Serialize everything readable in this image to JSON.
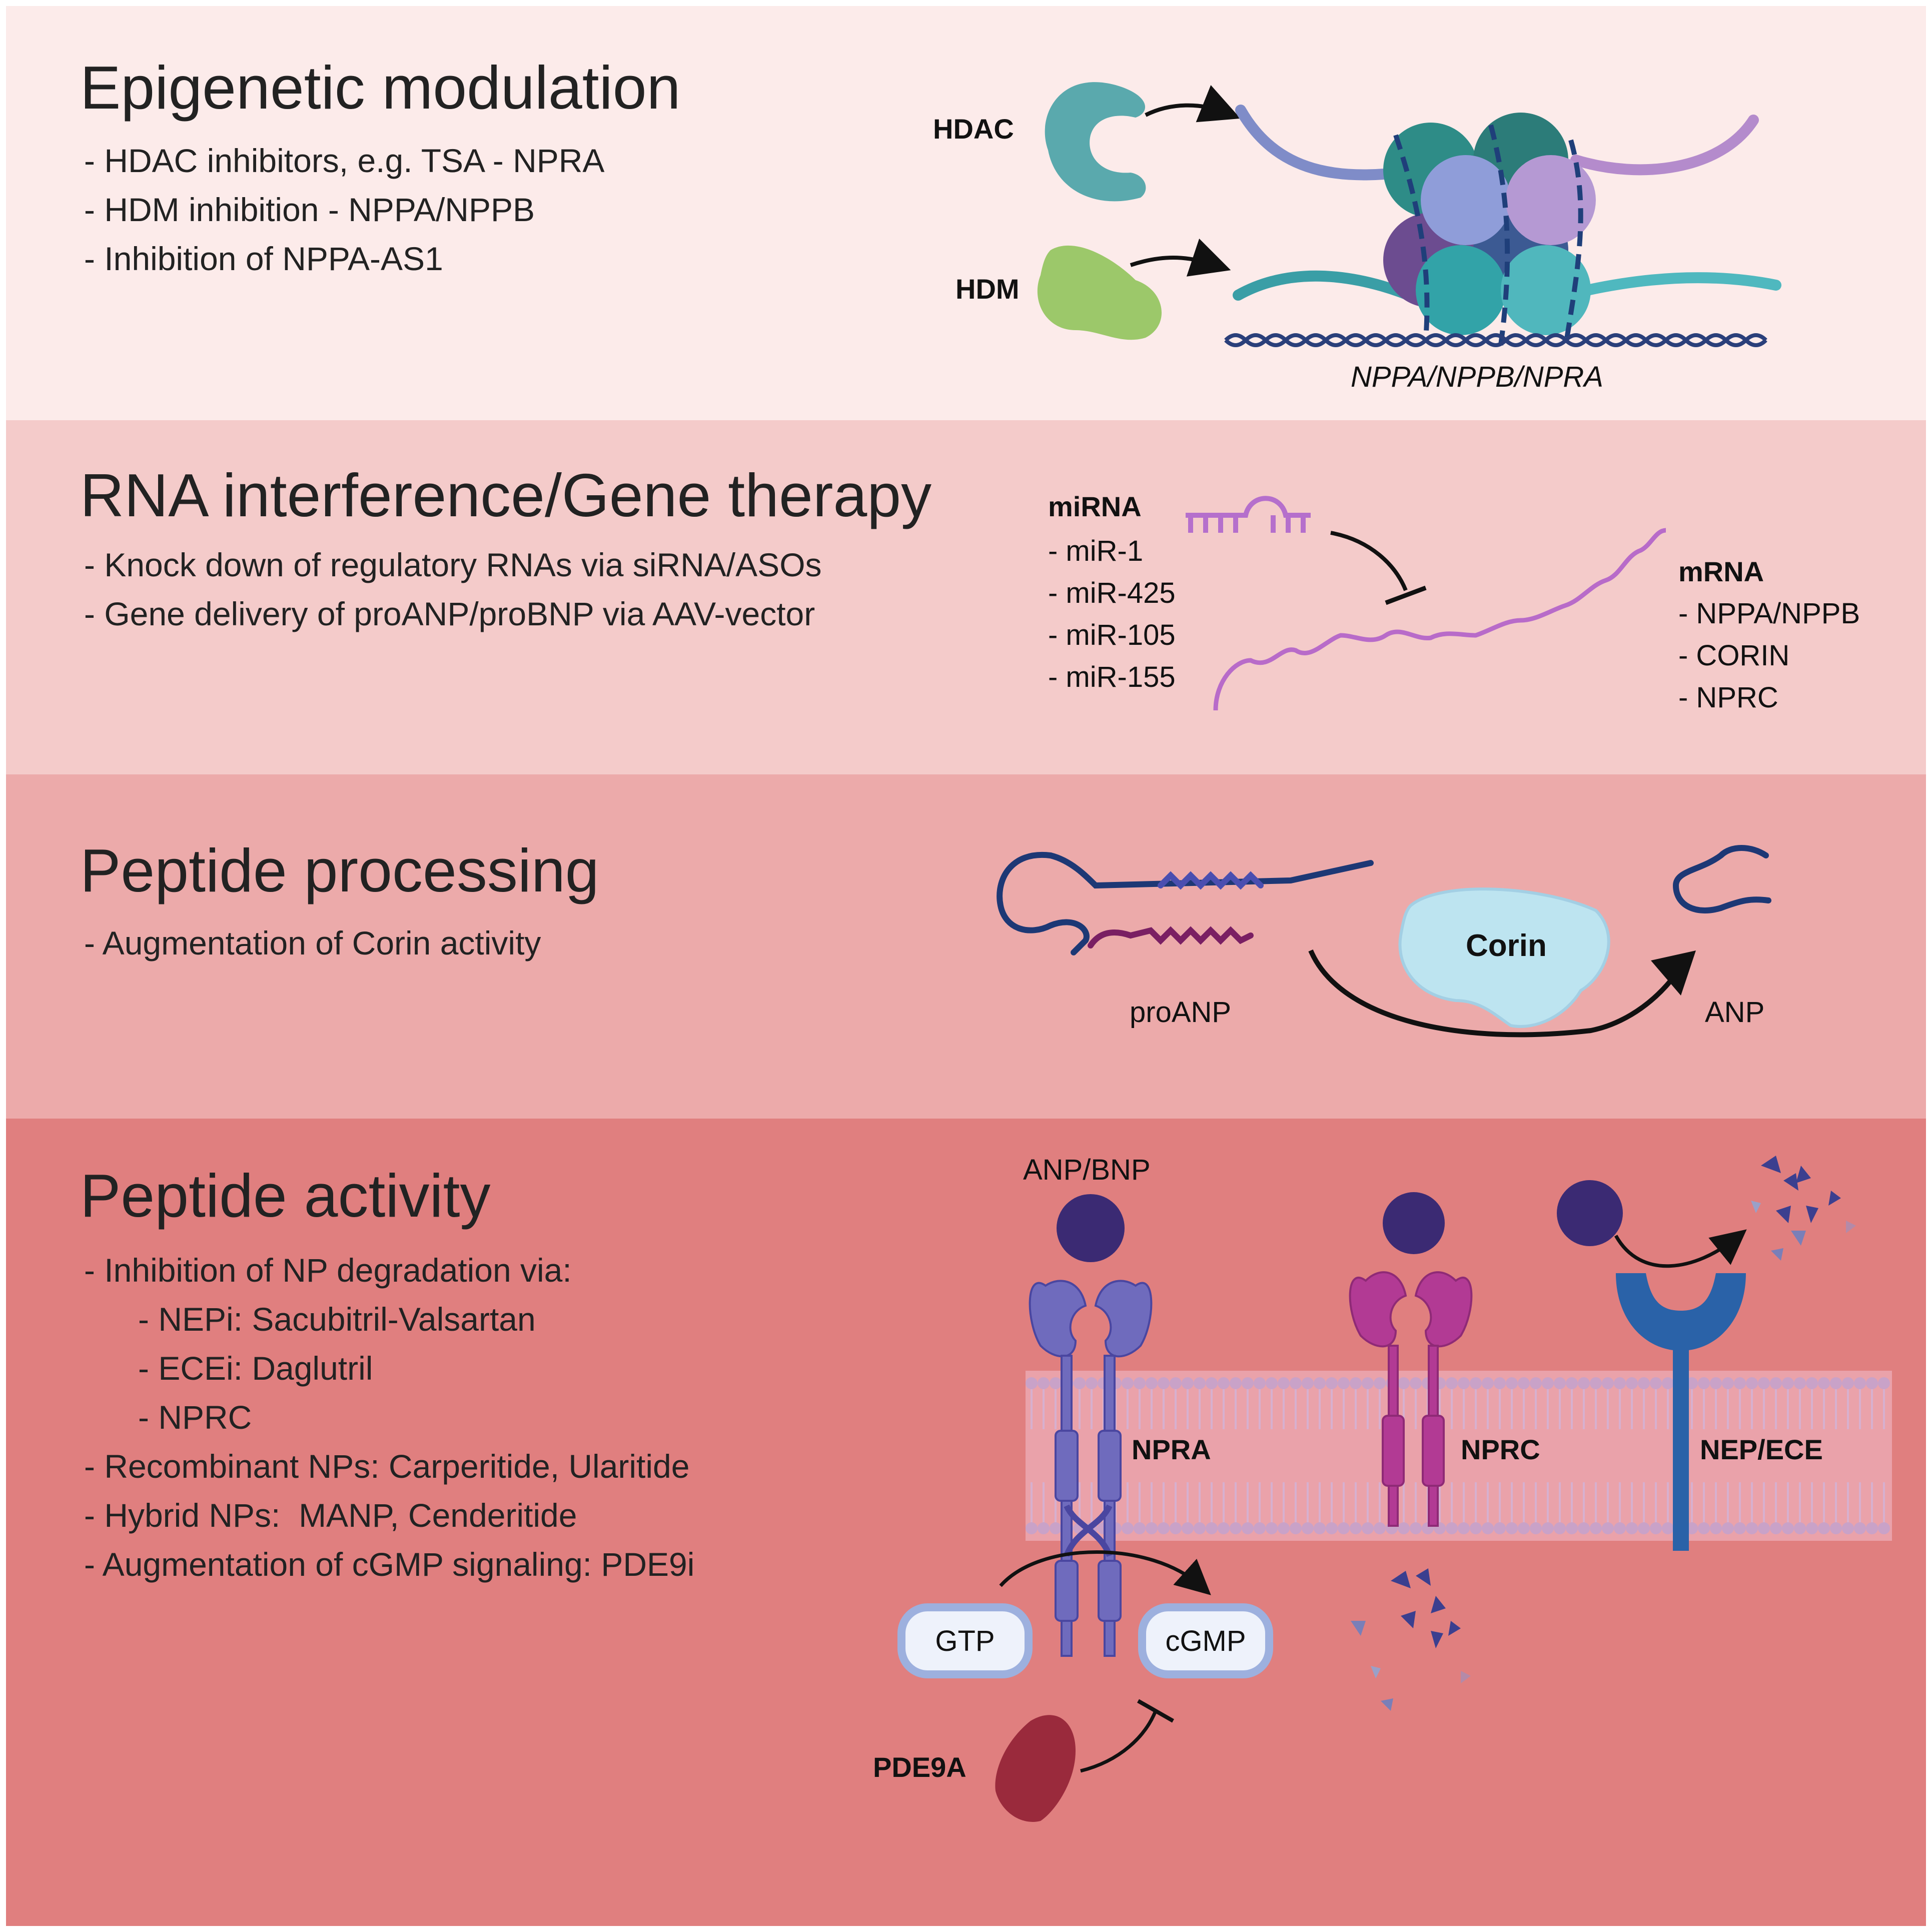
{
  "colors": {
    "panel1": "#fcebea",
    "panel2": "#f4cbca",
    "panel3": "#ecaaaa",
    "panel4": "#e07f7f"
  },
  "epigenetic": {
    "title": "Epigenetic modulation",
    "bullets": [
      "- HDAC inhibitors, e.g. TSA - NPRA",
      "- HDM inhibition - NPPA/NPPB",
      "- Inhibition of NPPA-AS1"
    ],
    "hdac_label": "HDAC",
    "hdm_label": "HDM",
    "gene_label": "NPPA/NPPB/NPRA"
  },
  "rnai": {
    "title": "RNA interference/Gene therapy",
    "bullets": [
      "- Knock down of regulatory RNAs via siRNA/ASOs",
      "- Gene delivery of proANP/proBNP via AAV-vector"
    ],
    "mirna_label": "miRNA",
    "mirna_items": [
      "- miR-1",
      "- miR-425",
      "- miR-105",
      "- miR-155"
    ],
    "mrna_label": "mRNA",
    "mrna_items": [
      "- NPPA/NPPB",
      "- CORIN",
      "- NPRC"
    ]
  },
  "processing": {
    "title": "Peptide processing",
    "bullets": [
      "- Augmentation of Corin activity"
    ],
    "proanp_label": "proANP",
    "corin_label": "Corin",
    "anp_label": "ANP"
  },
  "activity": {
    "title": "Peptide activity",
    "bullets": [
      {
        "text": "- Inhibition of NP degradation via:",
        "indent": false
      },
      {
        "text": "- NEPi: Sacubitril-Valsartan",
        "indent": true
      },
      {
        "text": "- ECEi: Daglutril",
        "indent": true
      },
      {
        "text": "- NPRC",
        "indent": true
      },
      {
        "text": "- Recombinant NPs: Carperitide, Ularitide",
        "indent": false
      },
      {
        "text": "- Hybrid NPs:  MANP, Cenderitide",
        "indent": false
      },
      {
        "text": "- Augmentation of cGMP signaling: PDE9i",
        "indent": false
      }
    ],
    "ligand_label": "ANP/BNP",
    "npra_label": "NPRA",
    "nprc_label": "NPRC",
    "nep_label": "NEP/ECE",
    "gtp_label": "GTP",
    "cgmp_label": "cGMP",
    "pde_label": "PDE9A"
  }
}
